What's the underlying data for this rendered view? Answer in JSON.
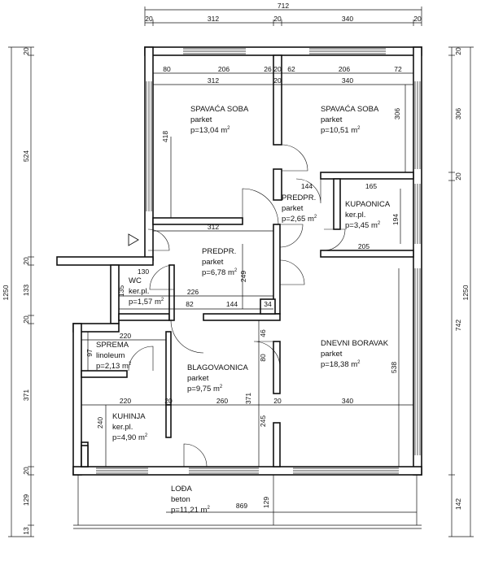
{
  "rooms": [
    {
      "id": "spavaca-soba-1",
      "name": "SPAVAĆA SOBA",
      "floor": "parket",
      "area": "p=13,04 m",
      "sup": "2"
    },
    {
      "id": "spavaca-soba-2",
      "name": "SPAVAĆA SOBA",
      "floor": "parket",
      "area": "p=10,51 m",
      "sup": "2"
    },
    {
      "id": "predpr-small",
      "name": "PREDPR.",
      "floor": "parket",
      "area": "p=2,65 m",
      "sup": "2"
    },
    {
      "id": "kupaonica",
      "name": "KUPAONICA",
      "floor": "ker.pl.",
      "area": "p=3,45 m",
      "sup": "2"
    },
    {
      "id": "predpr-main",
      "name": "PREDPR.",
      "floor": "parket",
      "area": "p=6,78 m",
      "sup": "2"
    },
    {
      "id": "wc",
      "name": "WC",
      "floor": "ker.pl.",
      "area": "p=1,57 m",
      "sup": "2"
    },
    {
      "id": "spremа",
      "name": "SPREMA",
      "floor": "linoleum",
      "area": "p=2,13 m",
      "sup": "2"
    },
    {
      "id": "blagovaonica",
      "name": "BLAGOVAONICA",
      "floor": "parket",
      "area": "p=9,75 m",
      "sup": "2"
    },
    {
      "id": "dnevni-boravak",
      "name": "DNEVNI BORAVAK",
      "floor": "parket",
      "area": "p=18,38 m",
      "sup": "2"
    },
    {
      "id": "kuhinja",
      "name": "KUHINJA",
      "floor": "ker.pl.",
      "area": "p=4,90 m",
      "sup": "2"
    },
    {
      "id": "loda",
      "name": "LOĐA",
      "floor": "beton",
      "area": "p=11,21 m",
      "sup": "2"
    }
  ],
  "dims_top": {
    "total": "712",
    "seg": [
      "20",
      "312",
      "20",
      "340",
      "20"
    ]
  },
  "dims_inner": [
    "80",
    "206",
    "26",
    "20",
    "62",
    "206",
    "72",
    "312",
    "20",
    "340"
  ],
  "dims_left": {
    "total": "1250",
    "seg": [
      "20",
      "524",
      "20",
      "133",
      "20",
      "371",
      "20",
      "129",
      "13"
    ]
  },
  "dims_right": {
    "total": "1250",
    "seg": [
      "20",
      "306",
      "20",
      "742",
      "142"
    ]
  },
  "dims_misc": [
    "418",
    "306",
    "144",
    "165",
    "194",
    "205",
    "312",
    "249",
    "130",
    "135",
    "226",
    "82",
    "144",
    "34",
    "46",
    "80",
    "220",
    "97",
    "538",
    "260",
    "371",
    "20",
    "340",
    "220",
    "240",
    "20",
    "245",
    "869",
    "129"
  ]
}
